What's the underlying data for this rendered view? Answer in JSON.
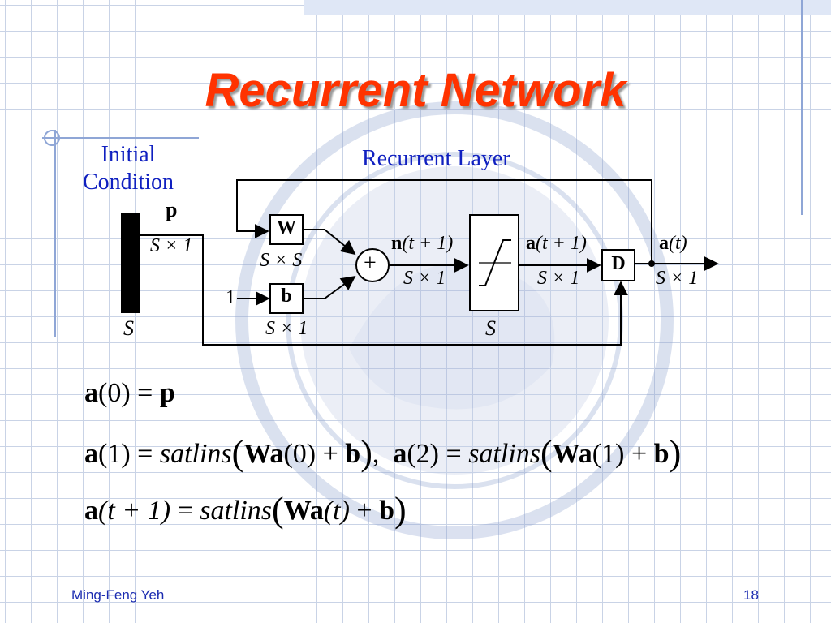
{
  "slide": {
    "title": "Recurrent Network",
    "footer_author": "Ming-Feng Yeh",
    "page_number": "18"
  },
  "diagram": {
    "initial_condition_line1": "Initial",
    "initial_condition_line2": "Condition",
    "recurrent_layer": "Recurrent Layer",
    "input_symbol": "p",
    "input_dim": "S × 1",
    "input_size": "S",
    "weight_symbol": "W",
    "weight_dim": "S × S",
    "bias_symbol": "b",
    "bias_dim": "S × 1",
    "bias_input": "1",
    "sum_symbol": "+",
    "net_label_bold": "n",
    "net_label_arg": "(t + 1)",
    "net_dim": "S × 1",
    "transfer_size": "S",
    "out_label_bold": "a",
    "out_label_arg": "(t + 1)",
    "out_dim": "S × 1",
    "delay_symbol": "D",
    "final_label_bold": "a",
    "final_label_arg": "(t)",
    "final_dim": "S × 1"
  },
  "equations": {
    "eq1": {
      "a": "a",
      "arg": "(0)",
      "eq": " = ",
      "p": "p"
    },
    "eq2": {
      "a": "a",
      "arg": "(1)",
      "eq": " = ",
      "f": "satlins",
      "W": "Wa",
      "warg": "(0)",
      "plus": " + ",
      "b": "b",
      "sep": ",",
      "a2": "a",
      "arg2": "(2)",
      "eq2": " = ",
      "f2": "satlins",
      "W2": "Wa",
      "warg2": "(1)",
      "plus2": " + ",
      "b2": "b"
    },
    "eq3": {
      "a": "a",
      "arg": "(t + 1)",
      "eq": " = ",
      "f": "satlins",
      "W": "Wa",
      "warg": "(t)",
      "plus": " + ",
      "b": "b"
    }
  },
  "colors": {
    "title": "#ff3300",
    "label_blue": "#1020c0",
    "footer": "#1a2bb0",
    "grid": "#c9d3e6"
  }
}
